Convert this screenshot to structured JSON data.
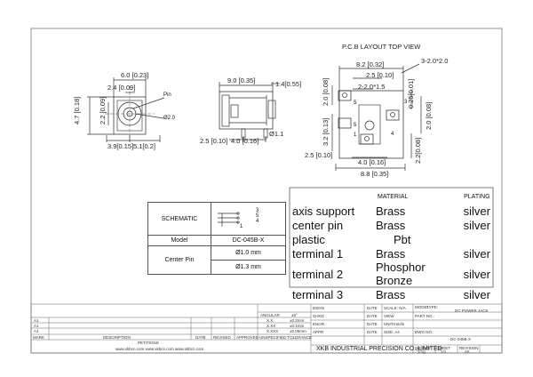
{
  "pcb_title": "P.C.B LAYOUT TOP VIEW",
  "front_view": {
    "width_dim": "6.0 [0.23]",
    "inner_dim": "2.4 [0.09]",
    "height_dim": "4.7 [0.18]",
    "center_dim": "2.2 [0.09]",
    "pin_label": "Pin",
    "bottom_left_dim": "3.9[0.15]",
    "bottom_right_dim": "5.1[0.2]",
    "hole_label": "Ø2.0"
  },
  "side_view": {
    "length_dim": "9.0 [0.35]",
    "tab_dim": "1.4[0.55]",
    "left_dim": "2.5 [0.10]",
    "right_dim": "4.0 [0.16]",
    "hole_dim": "Ø1.1"
  },
  "pcb_view": {
    "d_8_2": "8.2 [0.32]",
    "d_3_2": "3-2.0*2.0",
    "d_2_5_top": "2.5 [0.10]",
    "d_2_2": "2-2.0*1.5",
    "d_2_0_left": "2.0 [0.08]",
    "d_0_25": "0.25[0.01]",
    "d_2_0_right": "2.0 [0.08]",
    "d_3_2_left": "3.2 [0.13]",
    "d_2_2_right": "2.2[0.08]",
    "d_2_5_left": "2.5 [0.10]",
    "d_4_0": "4.0 [0.16]",
    "d_8_8": "8.8 [0.35]",
    "pin_3": "3",
    "pin_5": "5",
    "pin_1": "1",
    "pin_4": "4"
  },
  "materials": {
    "headers": {
      "material": "MATERIAL",
      "plating": "PLATING"
    },
    "rows": [
      {
        "part": "axis support",
        "material": "Brass",
        "plating": "silver"
      },
      {
        "part": "center pin",
        "material": "Brass",
        "plating": "silver"
      },
      {
        "part": "plastic",
        "material": "Pbt",
        "plating": ""
      },
      {
        "part": "terminal 1",
        "material": "Brass",
        "plating": "silver"
      },
      {
        "part": "terminal 2",
        "material": "Phosphor Bronze",
        "plating": "silver"
      },
      {
        "part": "terminal 3",
        "material": "Brass",
        "plating": "silver"
      }
    ]
  },
  "schematic": {
    "label": "SCHEMATIC",
    "pins": [
      "3",
      "5",
      "4",
      "1"
    ],
    "model_label": "Model",
    "model_value": "DC-045B-X",
    "center_pin_label": "Center Pin",
    "center_pin_values": [
      "Ø1.0 mm",
      "Ø1.3 mm"
    ]
  },
  "title_block": {
    "dsgn": "DSGN",
    "chkd": "CHKD",
    "engr": "ENGR",
    "appr": "APPR",
    "date": "DATE",
    "scale": "SCALE: N/A",
    "model": "MODEL:",
    "type_label": "TYPE:",
    "type_value": "DC POWER JACK",
    "view_label": "VIEW",
    "part_no": "PART NO.:",
    "unit_label": "UNIT:",
    "unit_value": "mm/in",
    "dwg_no": "DWG NO.:",
    "dwg_value": "DC-045B-X",
    "size": "SIZE: A4",
    "we_got": "WE GOT",
    "sheet": "SHEET",
    "revision": "REVISION",
    "we_got_val": "1/1g",
    "sheet_val": "1/1",
    "rev_val": "A5",
    "company": "XKB INDUSTRIAL PRECISION CO.,LIMITED",
    "angular": "ANGULAR",
    "angular_val": "±5°",
    "x_x": "X.X",
    "x_x_val": "±0.2mm",
    "x_xx": "X.XX",
    "x_xx_val": "±0.1mm",
    "x_xxx": "X.XXX",
    "x_xxx_val": "±0.05mm",
    "unspecified": "UNSPECIFIED TOLERANCE",
    "rev_marks": [
      "A1",
      "A1",
      "A1"
    ],
    "mark_label": "MARK",
    "description": "DESCRIPTION",
    "date_col": "DATE",
    "revised": "REVISED",
    "approved": "APPROVED",
    "petitions": "PETITIONS",
    "website": "www.xkbcn.com  www.xkbcn.com  www.xkbcn.com"
  }
}
